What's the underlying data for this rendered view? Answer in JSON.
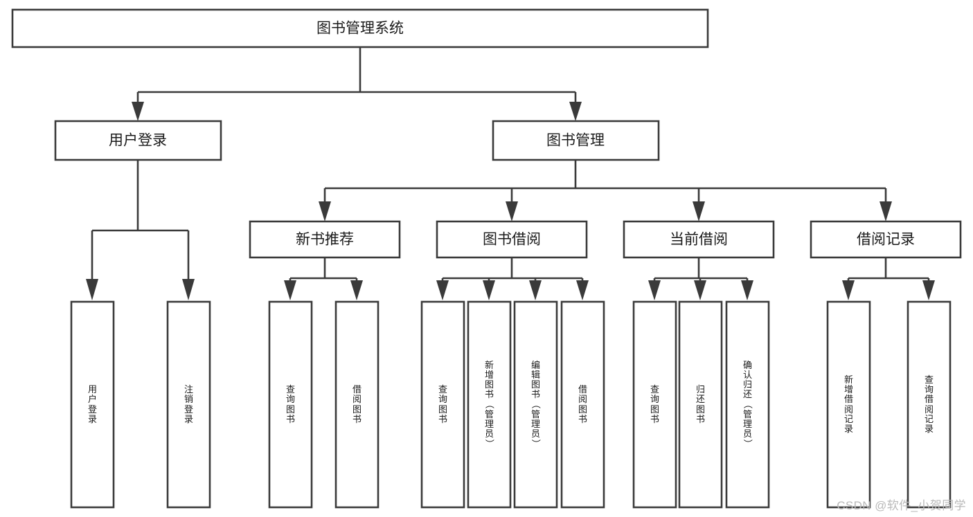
{
  "diagram": {
    "type": "tree-hierarchy",
    "title": "图书管理系统",
    "watermark": "CSDN @软件_小贺同学",
    "colors": {
      "stroke": "#3a3a3a",
      "fill": "#ffffff",
      "text": "#1a1a1a",
      "watermark": "#b9b9b9"
    },
    "root": {
      "label": "图书管理系统"
    },
    "level1": [
      {
        "label": "用户登录"
      },
      {
        "label": "图书管理"
      }
    ],
    "level2": [
      {
        "label": "新书推荐"
      },
      {
        "label": "图书借阅"
      },
      {
        "label": "当前借阅"
      },
      {
        "label": "借阅记录"
      }
    ],
    "leaves": {
      "user_login": [
        {
          "label": "用户登录",
          "chars": [
            "用",
            "户",
            "登",
            "录"
          ]
        },
        {
          "label": "注销登录",
          "chars": [
            "注",
            "销",
            "登",
            "录"
          ]
        }
      ],
      "new_book_recommend": [
        {
          "label": "查询图书",
          "chars": [
            "查",
            "询",
            "图",
            "书"
          ]
        },
        {
          "label": "借阅图书",
          "chars": [
            "借",
            "阅",
            "图",
            "书"
          ]
        }
      ],
      "book_borrow": [
        {
          "label": "查询图书",
          "chars": [
            "查",
            "询",
            "图",
            "书"
          ]
        },
        {
          "label": "新增图书（管理员）",
          "chars": [
            "新",
            "增",
            "图",
            "书",
            "（",
            "管",
            "理",
            "员",
            "）"
          ]
        },
        {
          "label": "编辑图书（管理员）",
          "chars": [
            "编",
            "辑",
            "图",
            "书",
            "（",
            "管",
            "理",
            "员",
            "）"
          ]
        },
        {
          "label": "借阅图书",
          "chars": [
            "借",
            "阅",
            "图",
            "书"
          ]
        }
      ],
      "current_borrow": [
        {
          "label": "查询图书",
          "chars": [
            "查",
            "询",
            "图",
            "书"
          ]
        },
        {
          "label": "归还图书",
          "chars": [
            "归",
            "还",
            "图",
            "书"
          ]
        },
        {
          "label": "确认归还（管理员）",
          "chars": [
            "确",
            "认",
            "归",
            "还",
            "（",
            "管",
            "理",
            "员",
            "）"
          ]
        }
      ],
      "borrow_record": [
        {
          "label": "新增借阅记录",
          "chars": [
            "新",
            "增",
            "借",
            "阅",
            "记",
            "录"
          ]
        },
        {
          "label": "查询借阅记录",
          "chars": [
            "查",
            "询",
            "借",
            "阅",
            "记",
            "录"
          ]
        }
      ]
    }
  }
}
